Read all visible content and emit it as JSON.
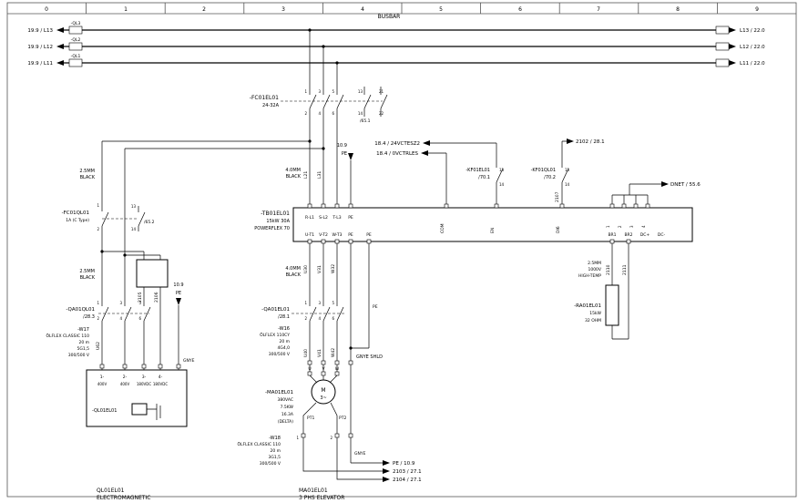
{
  "ruler": [
    "0",
    "1",
    "2",
    "3",
    "4",
    "5",
    "6",
    "7",
    "8",
    "9"
  ],
  "busbar": {
    "title": "BUSBAR",
    "rows": [
      {
        "left": "19.9 / L13",
        "link": "-QL3",
        "right": "L13 / 22.0"
      },
      {
        "left": "19.9 / L12",
        "link": "-QL2",
        "right": "L12 / 22.0"
      },
      {
        "left": "19.9 / L11",
        "link": "-QL1",
        "right": "L11 / 22.0"
      }
    ]
  },
  "breaker": {
    "name": "-FC01EL01",
    "rating": "24-32A",
    "ref": "/65.1",
    "t1": "1",
    "t2": "2",
    "t3": "3",
    "t4": "4",
    "t5": "5",
    "t6": "6",
    "a13": "13",
    "a14": "14",
    "a21": "21",
    "a22": "22"
  },
  "feed": {
    "size": "4.0MM",
    "color": "BLACK",
    "wl1": "L21",
    "wl2": "L31"
  },
  "pe_in": {
    "ref": "10.9",
    "label": "PE"
  },
  "ctrl": {
    "src24": "18.4 / 24VCTESZ2",
    "src0": "18.4 / 0VCTRLES",
    "kf1_name": "-KF01EL01",
    "kf1_ref": "/70.1",
    "kf2_name": "-KF01QL01",
    "kf2_ref": "/70.2",
    "t13": "13",
    "t14": "14",
    "sig": "2102 / 28.1",
    "w2107": "2107",
    "dnet": "DNET / 55.6"
  },
  "drive": {
    "name": "-TB01EL01",
    "rating": "15kW 30A",
    "model": "POWERFLEX 70",
    "r": "R-L1",
    "s": "S-L2",
    "t": "T-L3",
    "pe": "PE",
    "io1": "COM",
    "io2": "EN",
    "io3": "DI6",
    "p1": "1",
    "p2": "2",
    "p3": "3",
    "p4": "4",
    "u": "U-T1",
    "v": "V-T2",
    "w": "W-T3",
    "pe2": "PE",
    "pe3": "PE",
    "br1": "BR1",
    "br2": "BR2",
    "dcp": "DC+",
    "dcm": "DC-"
  },
  "motor": {
    "size": "4.0MM",
    "color": "BLACK",
    "w1": "U30",
    "w2": "V31",
    "w3": "W32",
    "cname": "-QA01EL01",
    "cref": "/28.1",
    "t1": "1",
    "t2": "2",
    "t3": "3",
    "t4": "4",
    "t5": "5",
    "t6": "6",
    "pe": "PE",
    "cable": "-W16",
    "ctype": "ÖLFLEX 110CY",
    "clen": "20 m",
    "ccores": "4G4,0",
    "cvolt": "300/500 V",
    "w4": "U40",
    "w5": "V41",
    "w6": "W42",
    "shield": "GNYE SHLD",
    "mu": "U",
    "mv": "V",
    "mw": "W",
    "name": "-MA01EL01",
    "volt": "380VAC",
    "power": "7.5KW",
    "amps": "16.3A",
    "delta": "(DELTA)",
    "sym": "M",
    "ph": "3~",
    "pt1": "PT1",
    "pt2": "PT2",
    "cable2": "-W18",
    "c2type": "ÖLFLEX CLASSIC 110",
    "c2len": "20 m",
    "c2cores": "3G1,5",
    "c2volt": "300/500 V",
    "tt1": "1",
    "tt2": "2",
    "gnye": "GNYE",
    "out_pe": "PE / 10.9",
    "out1": "2103 / 27.1",
    "out2": "2104 / 27.1",
    "footer1": "MA01EL01",
    "footer2": "3 PHS ELEVATOR"
  },
  "brake": {
    "size1": "2.5MM",
    "color1": "BLACK",
    "bname": "-FC01QL01",
    "brating": "1A (C Type)",
    "bref": "/65.2",
    "t1": "1",
    "t2": "2",
    "a13": "13",
    "a14": "14",
    "size2": "2.5MM",
    "color2": "BLACK",
    "w1": "2105",
    "w2": "2106",
    "w3": "U62",
    "cname": "-QA01QL01",
    "cref": "/28.3",
    "c1": "1",
    "c2": "2",
    "c3": "3",
    "c4": "4",
    "c5": "5",
    "c6": "6",
    "pe_ref": "10.9",
    "pe": "PE",
    "cable": "-W17",
    "ctype": "ÖLFLEX CLASSIC 110",
    "clen": "20 m",
    "ccores": "5G1,5",
    "cvolt": "300/500 V",
    "gnye": "GNYE",
    "bt1": "1-",
    "bt2": "2-",
    "bt3": "3-",
    "bt4": "4-",
    "bv1": "400V",
    "bv2": "400V",
    "bv3": "180VDC",
    "bv4": "180VDC",
    "box_name": "-QL01EL01",
    "footer1": "QL01EL01",
    "footer2": "ELECTROMAGNETIC"
  },
  "res": {
    "size": "2.5MM",
    "volt": "1000V",
    "temp": "HIGH-TEMP",
    "w1": "2110",
    "w2": "2111",
    "name": "-RA01EL01",
    "power": "15kW",
    "ohms": "32 OHM"
  }
}
